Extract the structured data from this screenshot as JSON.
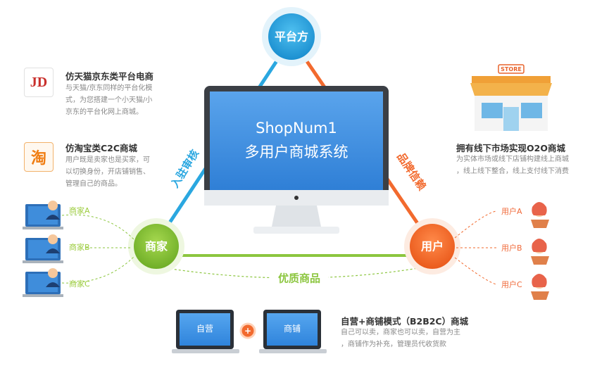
{
  "hubs": {
    "platform": "平台方",
    "merchant": "商家",
    "user": "用户"
  },
  "edges": {
    "merchant_platform": "入驻审核",
    "platform_user": "品牌信赖",
    "merchant_user": "优质商品"
  },
  "monitor": {
    "line1": "ShopNum1",
    "line2": "多用户商城系统"
  },
  "features": {
    "jd": {
      "icon_text": "JD",
      "title": "仿天猫京东类平台电商",
      "desc": [
        "与天猫/京东同样的平台化模",
        "式，为您搭建一个小天猫/小",
        "京东的平台化网上商城。"
      ]
    },
    "taobao": {
      "icon_text": "淘",
      "title": "仿淘宝类C2C商城",
      "desc": [
        "用户既是卖家也是买家，可",
        "以切换身份，开店铺销售、",
        "管理自己的商品。"
      ]
    },
    "o2o": {
      "store_sign": "STORE",
      "title": "拥有线下市场实现O2O商城",
      "desc": [
        "为实体市场或线下店铺构建线上商城",
        "，线上线下整合，线上支付线下消费"
      ]
    },
    "b2b2c": {
      "title": "自营+商铺模式（B2B2C）商城",
      "desc": [
        "自己可以卖，商家也可以卖，自营为主",
        "，商铺作为补充，管理员代收货款"
      ]
    }
  },
  "merchants": [
    "商家A",
    "商家B",
    "商家C"
  ],
  "users": [
    "用户A",
    "用户B",
    "用户C"
  ],
  "laptops": {
    "left": "自营",
    "right": "商铺",
    "plus": "+"
  },
  "colors": {
    "green": "#8cc63f",
    "orange": "#f26a2e",
    "blue": "#2aa7e0",
    "screen": "#3d8fe0"
  }
}
